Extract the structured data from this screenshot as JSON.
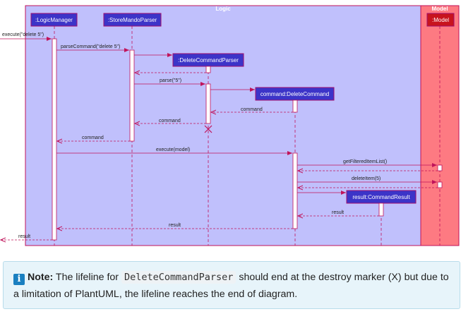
{
  "colors": {
    "logic_bg": "#c0c0fc",
    "model_bg": "#fd7a82",
    "participant_fill": "#3c34c8",
    "participant_border": "#a0106e",
    "arrow": "#c0135a",
    "note_bg": "#e7f4fa",
    "info_icon": "#1a7fc0"
  },
  "boxes": {
    "logic": "Logic",
    "model": "Model"
  },
  "participants": {
    "logic_manager": ":LogicManager",
    "store_parser": ":StoreMandoParser",
    "model": ":Model",
    "delete_parser": ":DeleteCommandParser",
    "delete_command": "command:DeleteCommand",
    "command_result": "result:CommandResult"
  },
  "messages": {
    "execute_call": "execute(\"delete 5\")",
    "parse_command": "parseCommand(\"delete 5\")",
    "parse": "parse(\"5\")",
    "return_command_1": "command",
    "return_command_2": "command",
    "return_command_3": "command",
    "execute_model": "execute(model)",
    "get_filtered": "getFilteredItemList()",
    "delete_item": "deleteItem(5)",
    "return_result_1": "result",
    "return_result_2": "result",
    "return_result_3": "result"
  },
  "note": {
    "icon": "i",
    "label": "Note:",
    "text_before": "The lifeline for",
    "code": "DeleteCommandParser",
    "text_after": "should end at the destroy marker (X) but due to a limitation of PlantUML, the lifeline reaches the end of diagram."
  }
}
